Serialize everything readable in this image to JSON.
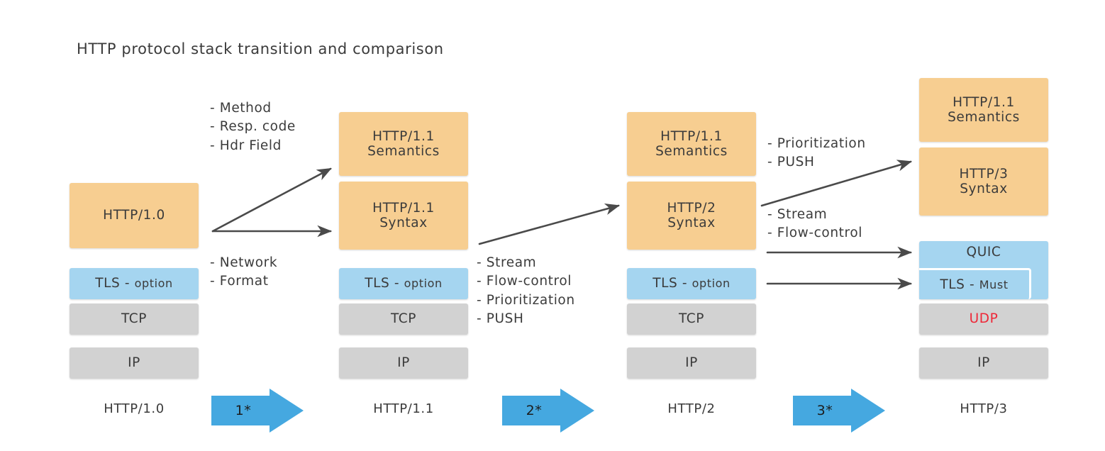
{
  "title": "HTTP protocol stack transition and comparison",
  "palette": {
    "semantics_orange": "#f7ce91",
    "transport_blue": "#a5d5f0",
    "network_gray": "#d2d2d2",
    "step_arrow_blue": "#45a8e0",
    "udp_red": "#ee2737",
    "ink": "#3b3b3b"
  },
  "columns": [
    {
      "id": "http10",
      "footer": "HTTP/1.0",
      "blocks": [
        {
          "lines": [
            "HTTP/1.0"
          ],
          "color": "orange",
          "size": "normal"
        },
        {
          "lines": [
            "TLS - option"
          ],
          "color": "blue",
          "size": "mixed",
          "prefix": "TLS - ",
          "suffix": "option"
        },
        {
          "lines": [
            "TCP"
          ],
          "color": "gray",
          "size": "normal"
        },
        {
          "lines": [
            "IP"
          ],
          "color": "gray",
          "size": "normal"
        }
      ]
    },
    {
      "id": "http11",
      "footer": "HTTP/1.1",
      "blocks": [
        {
          "lines": [
            "HTTP/1.1",
            "Semantics"
          ],
          "color": "orange",
          "size": "normal"
        },
        {
          "lines": [
            "HTTP/1.1",
            "Syntax"
          ],
          "color": "orange",
          "size": "normal"
        },
        {
          "lines": [
            "TLS - option"
          ],
          "color": "blue",
          "size": "mixed",
          "prefix": "TLS - ",
          "suffix": "option"
        },
        {
          "lines": [
            "TCP"
          ],
          "color": "gray",
          "size": "normal"
        },
        {
          "lines": [
            "IP"
          ],
          "color": "gray",
          "size": "normal"
        }
      ]
    },
    {
      "id": "http2",
      "footer": "HTTP/2",
      "blocks": [
        {
          "lines": [
            "HTTP/1.1",
            "Semantics"
          ],
          "color": "orange",
          "size": "normal"
        },
        {
          "lines": [
            "HTTP/2",
            "Syntax"
          ],
          "color": "orange",
          "size": "normal"
        },
        {
          "lines": [
            "TLS - option"
          ],
          "color": "blue",
          "size": "mixed",
          "prefix": "TLS - ",
          "suffix": "option"
        },
        {
          "lines": [
            "TCP"
          ],
          "color": "gray",
          "size": "normal"
        },
        {
          "lines": [
            "IP"
          ],
          "color": "gray",
          "size": "normal"
        }
      ]
    },
    {
      "id": "http3",
      "footer": "HTTP/3",
      "blocks": [
        {
          "lines": [
            "HTTP/1.1",
            "Semantics"
          ],
          "color": "orange",
          "size": "normal"
        },
        {
          "lines": [
            "HTTP/3",
            "Syntax"
          ],
          "color": "orange",
          "size": "normal"
        },
        {
          "lines": [
            "QUIC"
          ],
          "color": "blue",
          "size": "normal"
        },
        {
          "lines": [
            "TLS - Must"
          ],
          "color": "blue",
          "size": "mixed",
          "prefix": "TLS - ",
          "suffix": "Must",
          "nested": true
        },
        {
          "lines": [
            "UDP"
          ],
          "color": "gray",
          "size": "normal",
          "text_color": "red"
        },
        {
          "lines": [
            "IP"
          ],
          "color": "gray",
          "size": "normal"
        }
      ]
    }
  ],
  "annotations": {
    "gap1_upper": [
      "- Method",
      "- Resp. code",
      "- Hdr Field"
    ],
    "gap1_lower": [
      "- Network",
      "- Format"
    ],
    "gap2": [
      "- Stream",
      "- Flow-control",
      "- Prioritization",
      "- PUSH"
    ],
    "gap3_upper": [
      "- Prioritization",
      "- PUSH"
    ],
    "gap3_lower": [
      "- Stream",
      "- Flow-control"
    ]
  },
  "steps": [
    {
      "label": "1*"
    },
    {
      "label": "2*"
    },
    {
      "label": "3*"
    }
  ]
}
